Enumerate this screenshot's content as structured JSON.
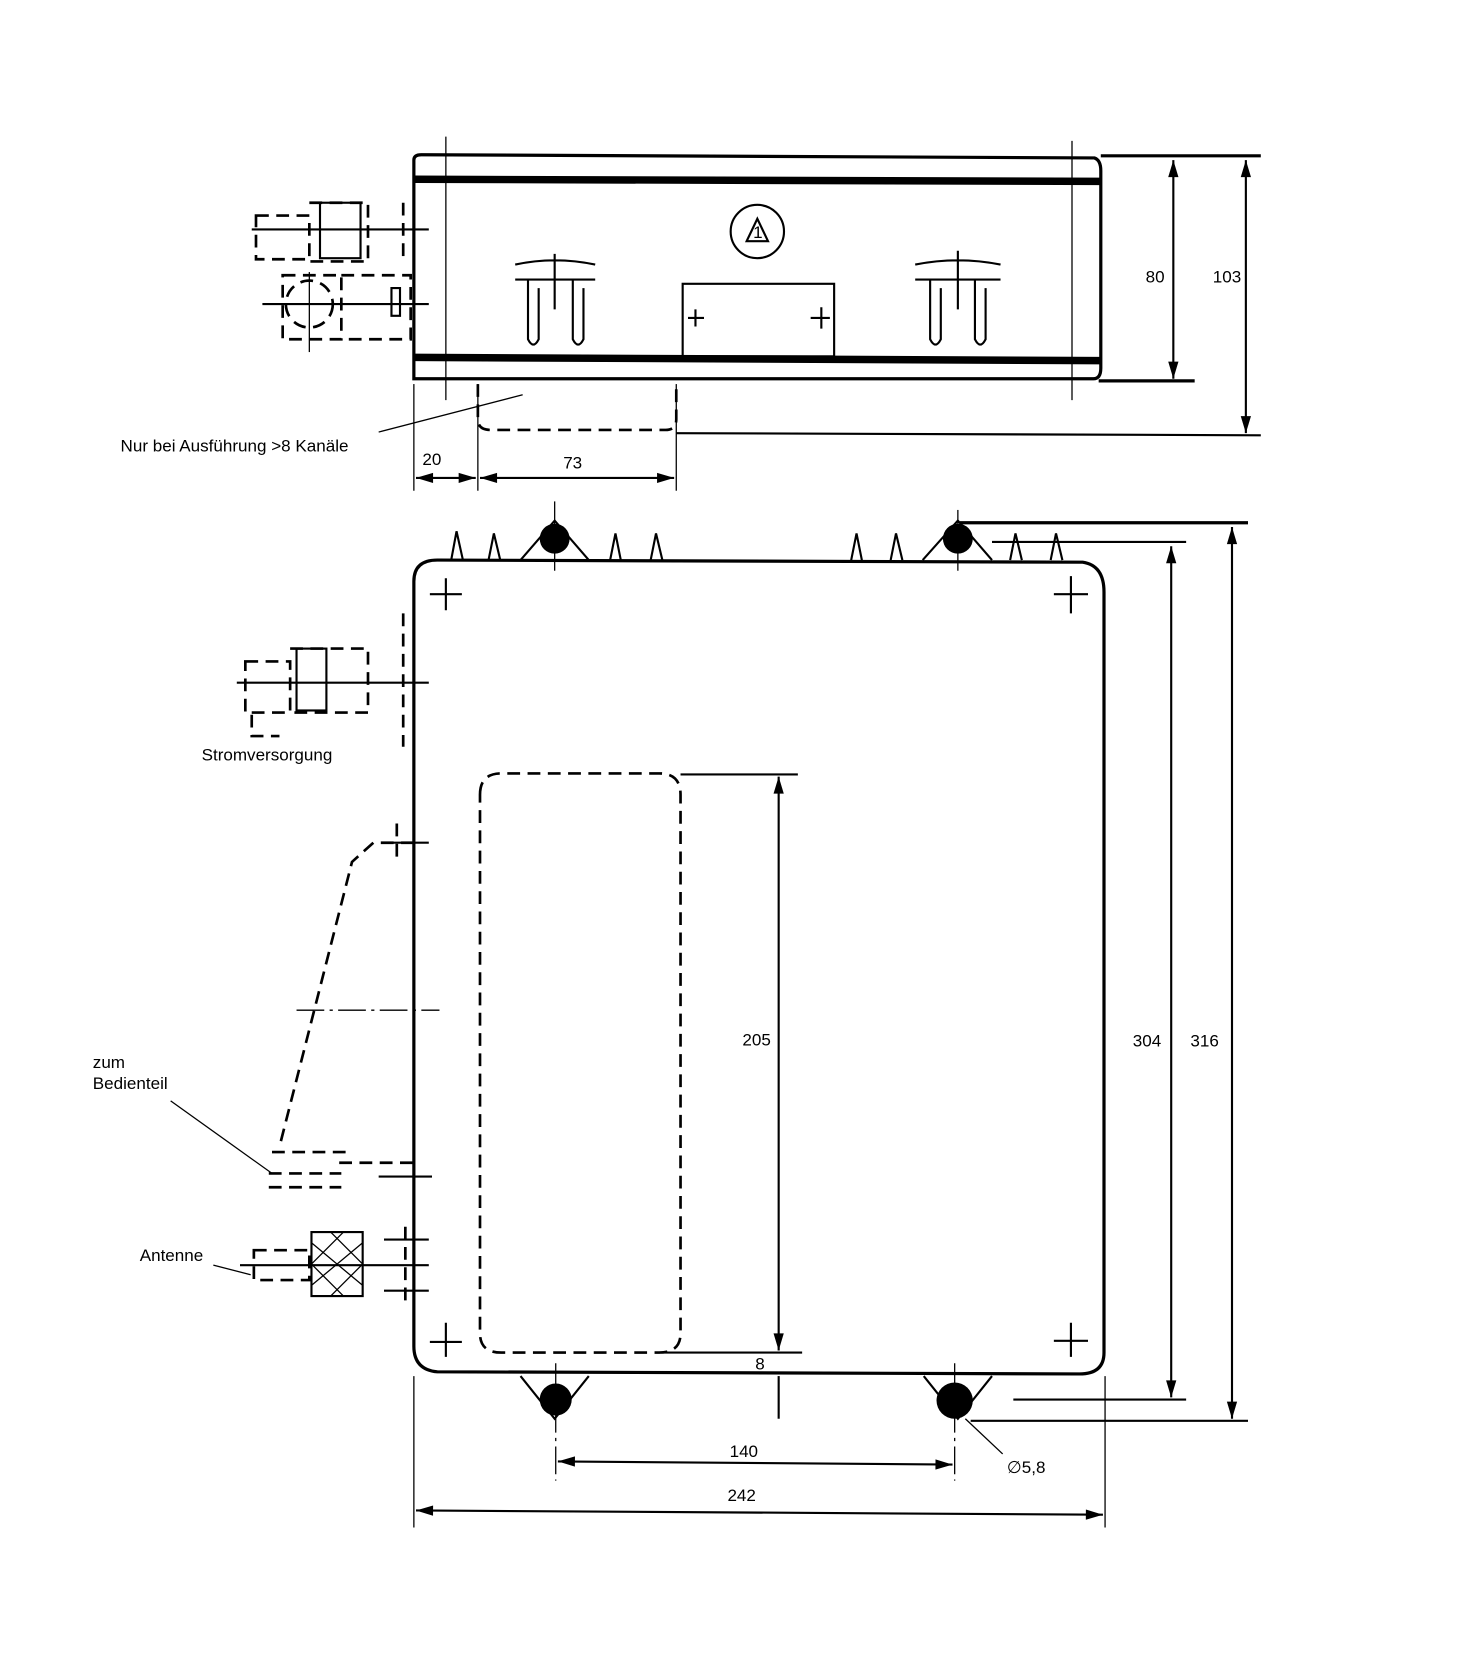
{
  "drawing": {
    "top_view": {
      "note": "Nur bei Ausführung >8 Kanäle",
      "dim_height_inner": "80",
      "dim_height_outer": "103",
      "dim_offset": "20",
      "dim_width_option": "73",
      "symbol_label": "1"
    },
    "front_view": {
      "label_power": "Stromversorgung",
      "label_control_line1": "zum",
      "label_control_line2": "Bedienteil",
      "label_antenna": "Antenne",
      "dim_inner_height": "205",
      "dim_bottom_offset": "8",
      "dim_height_304": "304",
      "dim_height_316": "316",
      "dim_hole_spacing": "140",
      "dim_total_width": "242",
      "dim_hole_diameter": "∅5,8"
    }
  }
}
